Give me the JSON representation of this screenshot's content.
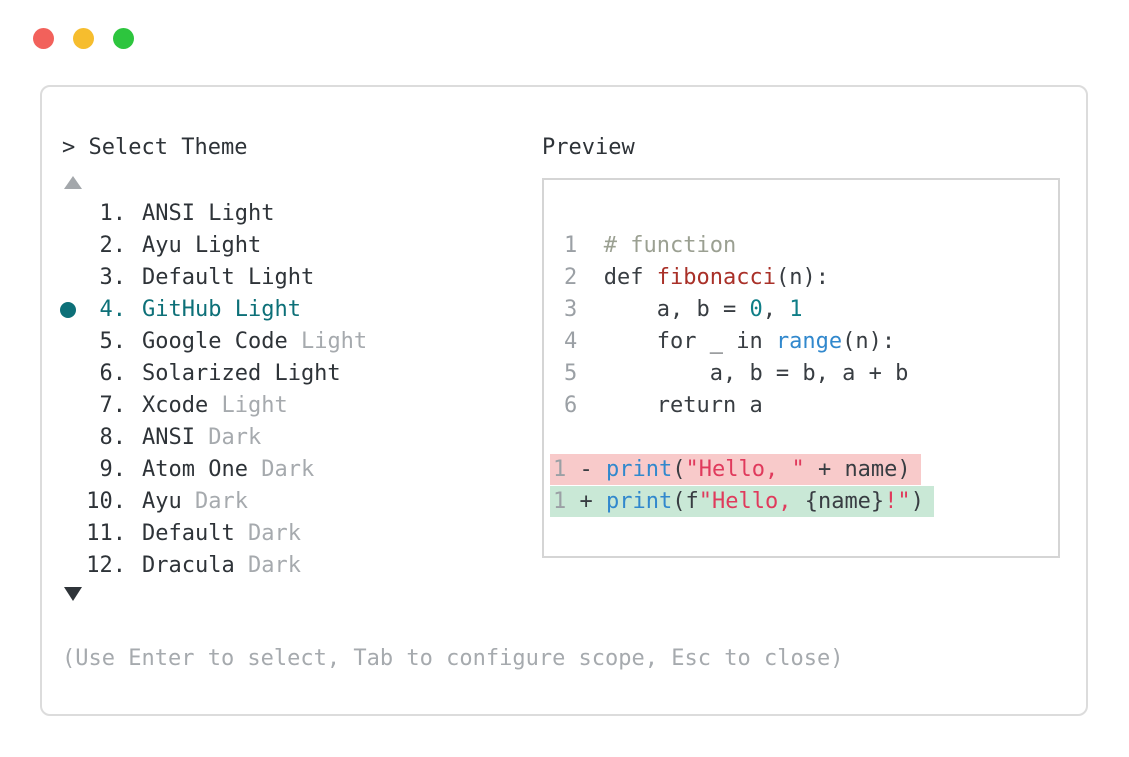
{
  "window": {
    "traffic_lights": [
      {
        "name": "close",
        "color": "#f2615b"
      },
      {
        "name": "minimize",
        "color": "#f6bd2e"
      },
      {
        "name": "maximize",
        "color": "#2dc53e"
      }
    ]
  },
  "theme_picker": {
    "prompt": "> ",
    "title": "Select Theme",
    "scroll_up_indicator": "up-triangle",
    "scroll_down_indicator": "down-triangle",
    "selected_accent_color": "#0d7078",
    "items": [
      {
        "number": "1.",
        "name": "ANSI Light",
        "suffix": "",
        "selected": false
      },
      {
        "number": "2.",
        "name": "Ayu Light",
        "suffix": "",
        "selected": false
      },
      {
        "number": "3.",
        "name": "Default Light",
        "suffix": "",
        "selected": false
      },
      {
        "number": "4.",
        "name": "GitHub Light",
        "suffix": "",
        "selected": true
      },
      {
        "number": "5.",
        "name": "Google Code",
        "suffix": " Light",
        "selected": false
      },
      {
        "number": "6.",
        "name": "Solarized Light",
        "suffix": "",
        "selected": false
      },
      {
        "number": "7.",
        "name": "Xcode",
        "suffix": " Light",
        "selected": false
      },
      {
        "number": "8.",
        "name": "ANSI",
        "suffix": " Dark",
        "selected": false
      },
      {
        "number": "9.",
        "name": "Atom One",
        "suffix": " Dark",
        "selected": false
      },
      {
        "number": "10.",
        "name": "Ayu",
        "suffix": " Dark",
        "selected": false
      },
      {
        "number": "11.",
        "name": "Default",
        "suffix": " Dark",
        "selected": false
      },
      {
        "number": "12.",
        "name": "Dracula",
        "suffix": " Dark",
        "selected": false
      }
    ],
    "help_text": "(Use Enter to select, Tab to configure scope, Esc to close)"
  },
  "preview": {
    "label": "Preview",
    "syntax_colors": {
      "plain": "#383d42",
      "comment": "#9ba092",
      "function_name": "#a93028",
      "number": "#0f7e87",
      "builtin": "#3188cd",
      "string": "#e03a5c",
      "line_number": "#9ba0a5",
      "diff_removed_bg": "#f8caca",
      "diff_added_bg": "#c9e8d6"
    },
    "code_lines": [
      {
        "num": "1",
        "tokens": [
          {
            "t": "# function",
            "c": "cm"
          }
        ]
      },
      {
        "num": "2",
        "tokens": [
          {
            "t": "def ",
            "c": "pl"
          },
          {
            "t": "fibonacci",
            "c": "fn"
          },
          {
            "t": "(n):",
            "c": "pl"
          }
        ]
      },
      {
        "num": "3",
        "tokens": [
          {
            "t": "    a, b = ",
            "c": "pl"
          },
          {
            "t": "0",
            "c": "nm"
          },
          {
            "t": ", ",
            "c": "pl"
          },
          {
            "t": "1",
            "c": "nm"
          }
        ]
      },
      {
        "num": "4",
        "tokens": [
          {
            "t": "    for _ in ",
            "c": "pl"
          },
          {
            "t": "range",
            "c": "bi"
          },
          {
            "t": "(n):",
            "c": "pl"
          }
        ]
      },
      {
        "num": "5",
        "tokens": [
          {
            "t": "        a, b = b, a + b",
            "c": "pl"
          }
        ]
      },
      {
        "num": "6",
        "tokens": [
          {
            "t": "    return a",
            "c": "pl"
          }
        ]
      }
    ],
    "diff_lines": [
      {
        "num": "1",
        "kind": "removed",
        "tokens": [
          {
            "t": " - ",
            "c": "pl"
          },
          {
            "t": "print",
            "c": "bi"
          },
          {
            "t": "(",
            "c": "pl"
          },
          {
            "t": "\"Hello, \"",
            "c": "st"
          },
          {
            "t": " + name)",
            "c": "pl"
          }
        ]
      },
      {
        "num": "1",
        "kind": "added",
        "tokens": [
          {
            "t": " + ",
            "c": "pl"
          },
          {
            "t": "print",
            "c": "bi"
          },
          {
            "t": "(f",
            "c": "pl"
          },
          {
            "t": "\"Hello, ",
            "c": "st"
          },
          {
            "t": "{name}",
            "c": "pl"
          },
          {
            "t": "!\"",
            "c": "st"
          },
          {
            "t": ")",
            "c": "pl"
          }
        ]
      }
    ]
  }
}
